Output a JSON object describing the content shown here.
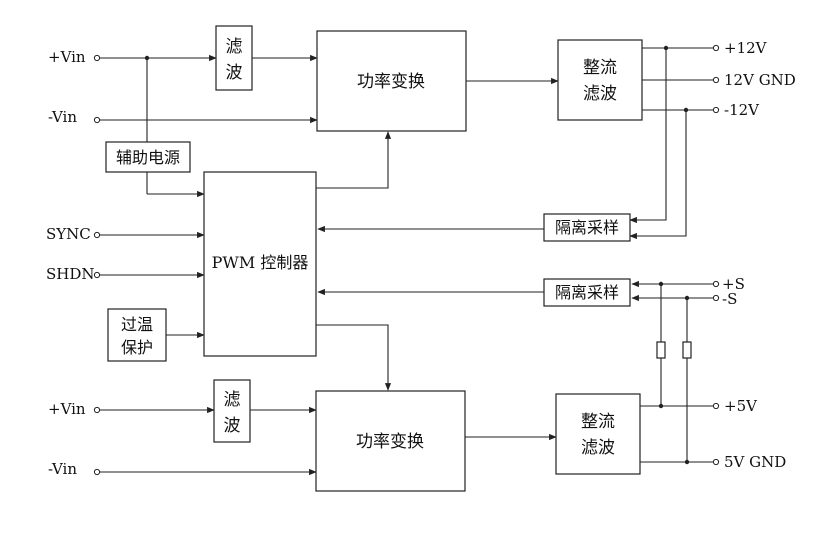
{
  "inputs": {
    "top_pos": "+Vin",
    "top_neg": "-Vin",
    "sync": "SYNC",
    "shdn": "SHDN",
    "bottom_pos": "+Vin",
    "bottom_neg": "-Vin"
  },
  "blocks": {
    "filter_top": [
      "滤",
      "波"
    ],
    "power_top": "功率变换",
    "rect_top": [
      "整流",
      "滤波"
    ],
    "aux_power": "辅助电源",
    "pwm": "PWM 控制器",
    "iso_top": "隔离采样",
    "iso_bottom": "隔离采样",
    "otp": [
      "过温",
      "保护"
    ],
    "filter_bottom": [
      "滤",
      "波"
    ],
    "power_bottom": "功率变换",
    "rect_bottom": [
      "整流",
      "滤波"
    ]
  },
  "outputs": {
    "pos12": "+12V",
    "gnd12": "12V GND",
    "neg12": "-12V",
    "sense_pos": "+S",
    "sense_neg": "-S",
    "pos5": "+5V",
    "gnd5": "5V GND"
  }
}
